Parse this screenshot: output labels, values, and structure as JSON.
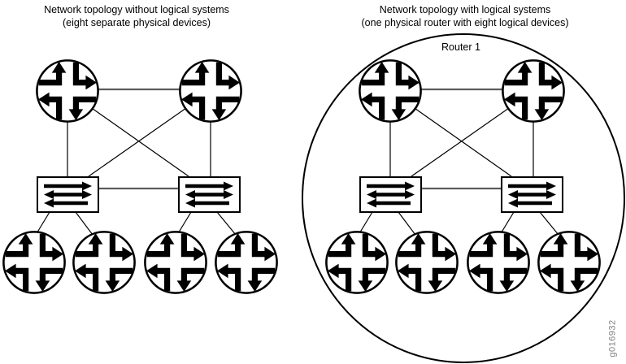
{
  "figure": {
    "background": "#ffffff",
    "watermark": "g016932"
  },
  "colors": {
    "outline": "#000000",
    "node_fill": "#ffffff",
    "gray_link": "#5c5c5c",
    "watermark_gray": "#818181"
  },
  "left_diagram": {
    "title_line1": "Network topology without logical systems",
    "title_line2": "(eight separate physical devices)"
  },
  "right_diagram": {
    "title_line1": "Network topology with logical systems",
    "title_line2": "(one physical router with eight logical devices)",
    "enclosure_label": "Router 1"
  },
  "icons": {
    "router": "circle with four right-angle bent arrows (router glyph)",
    "switch": "rectangle with three horizontal arrows (switch glyph)"
  }
}
